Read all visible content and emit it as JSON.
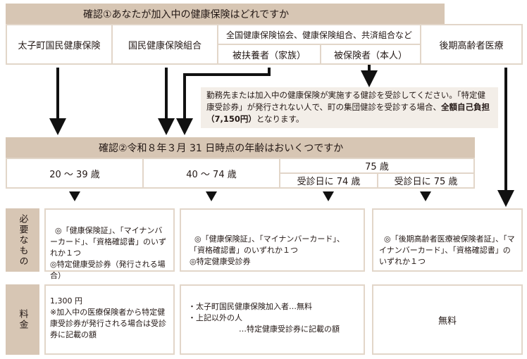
{
  "q1": {
    "title": "確認①あなたが加入中の健康保険はどれですか",
    "opt1": "太子町国民健康保険",
    "opt2": "国民健康保険組合",
    "opt3": "全国健康保険協会、健康保険組合、共済組合など",
    "opt3a": "被扶養者（家族）",
    "opt3b": "被保険者（本人）",
    "opt4": "後期高齢者医療"
  },
  "note": {
    "text1": "勤務先または加入中の健康保険が実施する健診を受診してください。「特定健康受診券」が発行されない人で、町の集団健診を受診する場合、",
    "bold": "全額自己負担（7,150円）",
    "text2": "となります。"
  },
  "q2": {
    "title": "確認②令和８年３月 31 日時点の年齢はおいくつですか",
    "age1": "20 ～ 39 歳",
    "age2": "40 ～ 74 歳",
    "age3": "75 歳",
    "age3a": "受診日に 74 歳",
    "age3b": "受診日に 75 歳"
  },
  "needs": {
    "label": "必要なもの",
    "col1": "◎「健康保険証」、「マイナンバーカード」、「資格確認書」のいずれか１つ\n◎特定健康受診券（発行される場合）",
    "col2": "◎「健康保険証」、「マイナンバーカード」、「資格確認書」のいずれか１つ\n◎特定健康受診券",
    "col3": "◎「後期高齢者医療被保険者証」、「マイナンバーカード」、「資格確認書」のいずれか１つ"
  },
  "fee": {
    "label": "料金",
    "col1a": "1,300 円",
    "col1b": "※加入中の医療保険者から特定健康受診券が発行される場合は受診券に記載の額",
    "col2a": "・太子町国民健康保険加入者…無料",
    "col2b": "・上記以外の人",
    "col2c": "…特定健康受診券に記載の額",
    "col3": "無料"
  }
}
